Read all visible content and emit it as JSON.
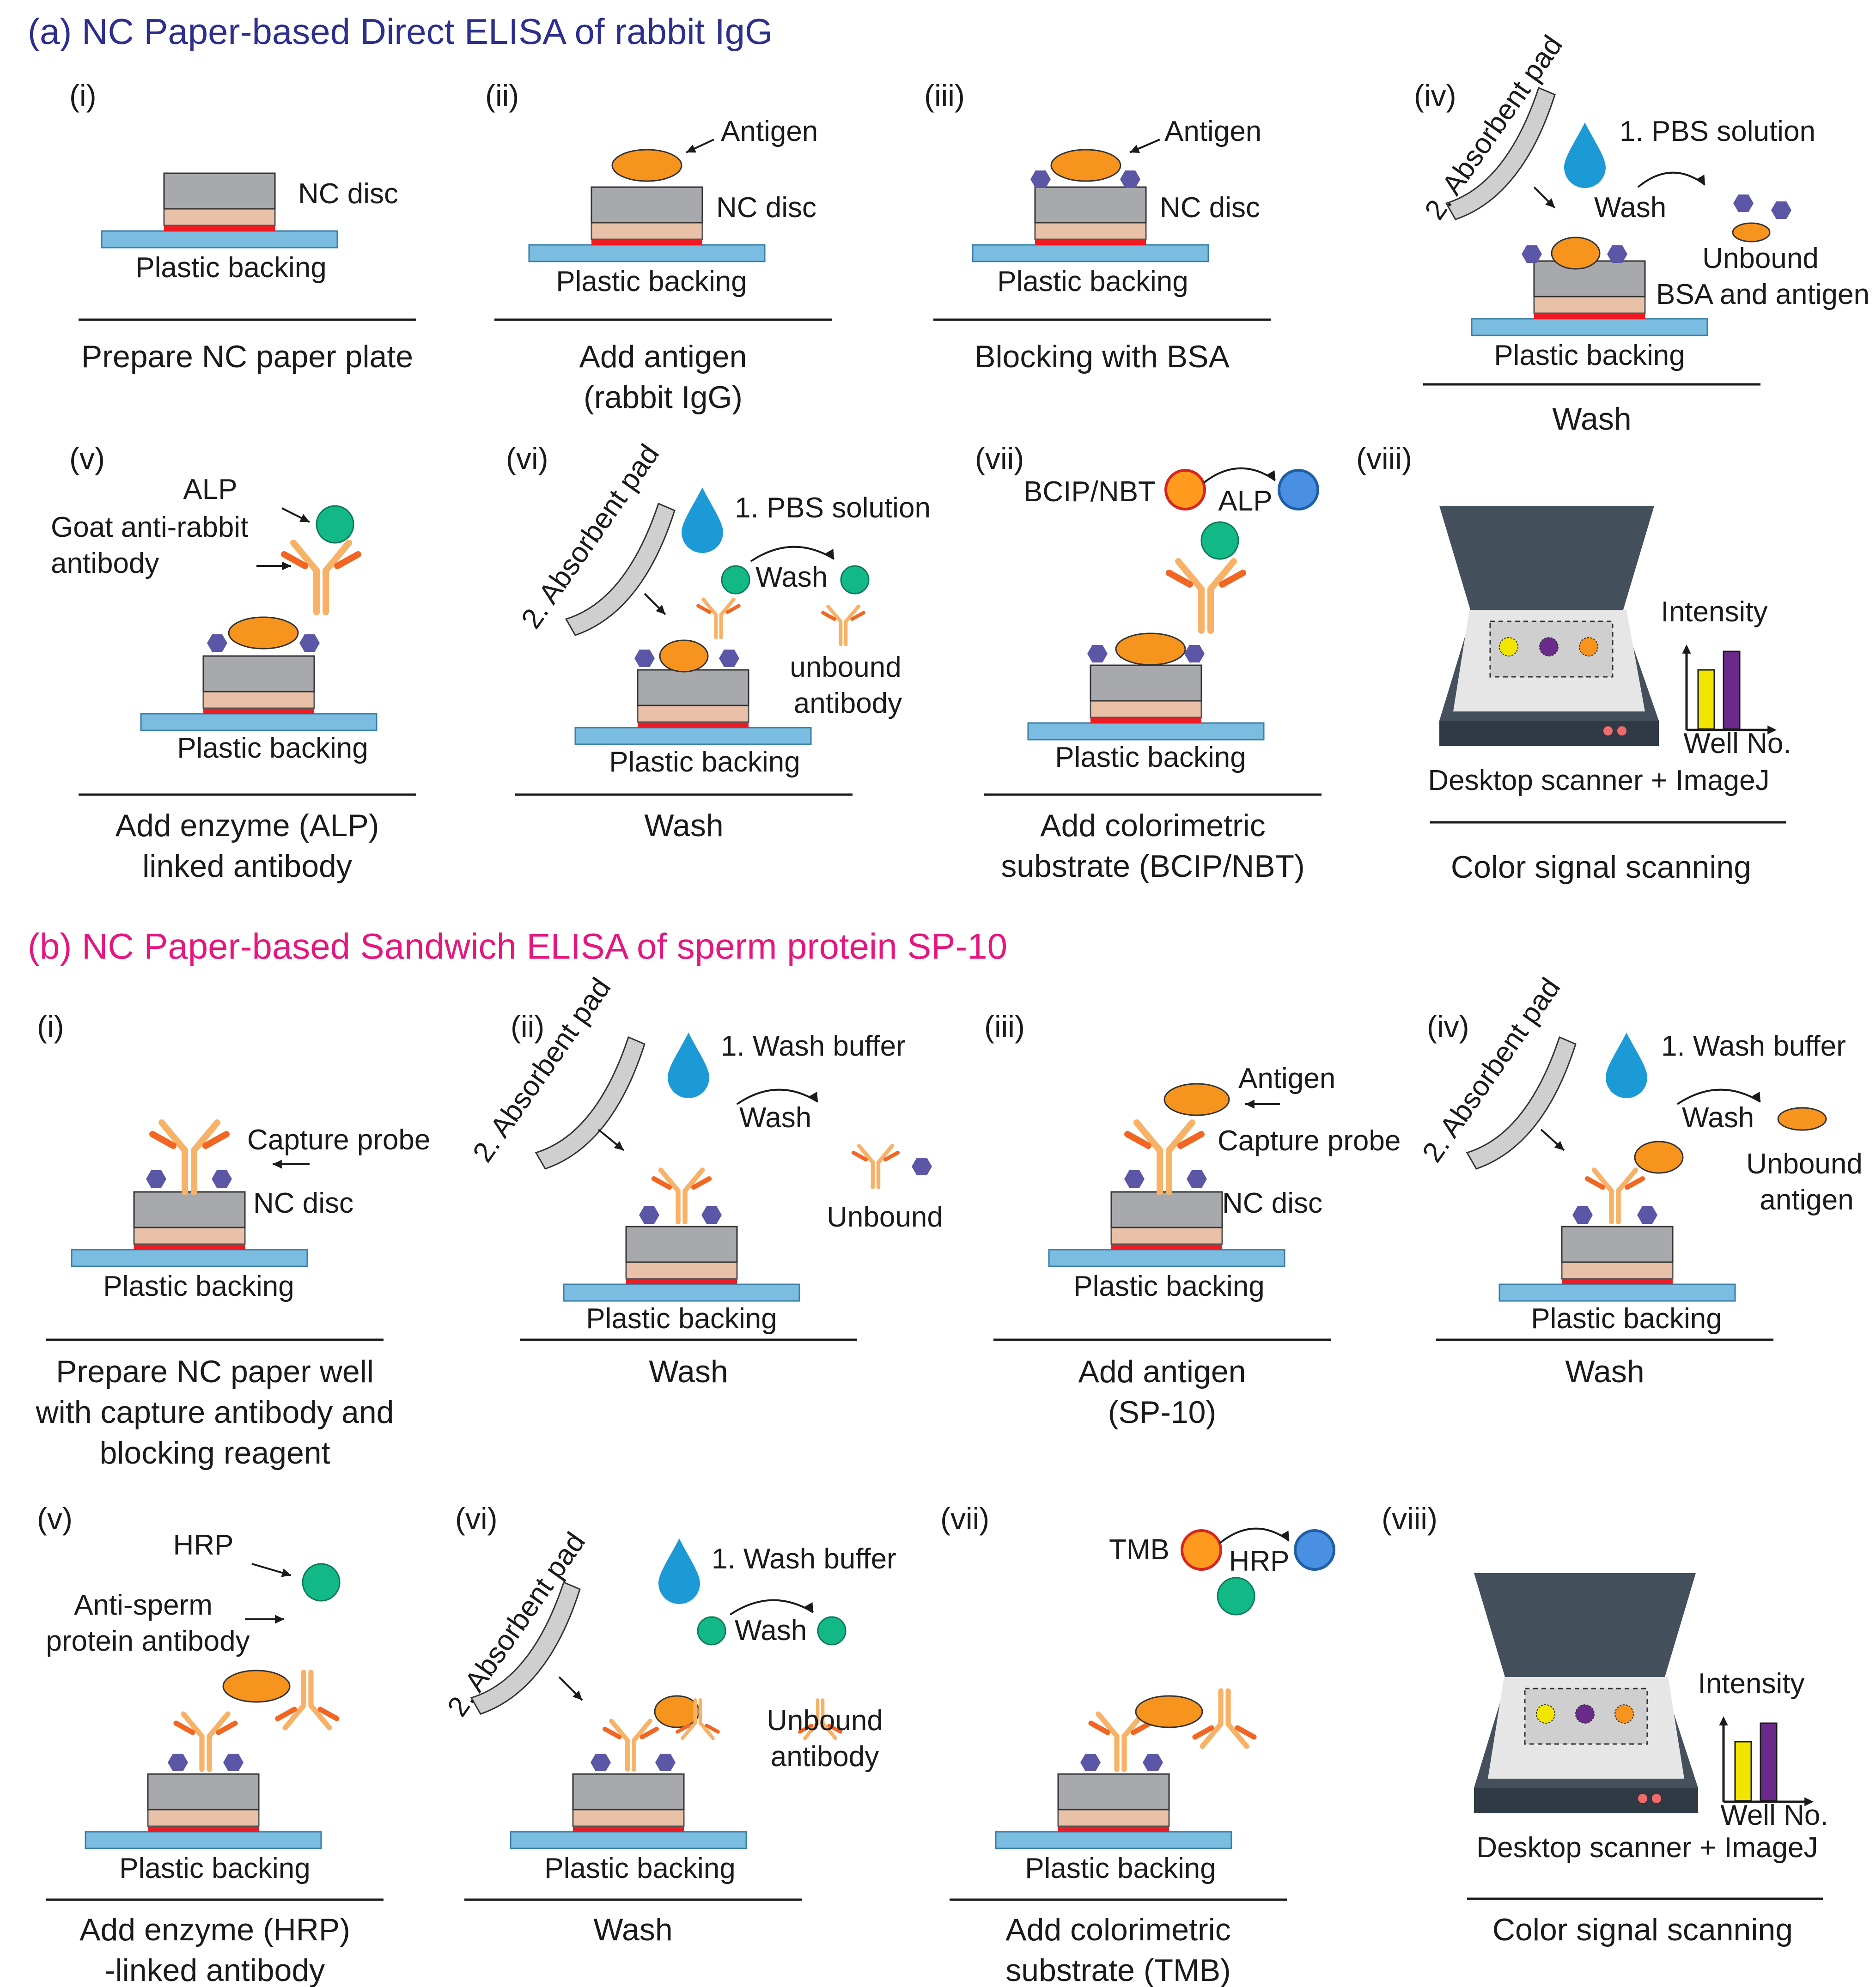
{
  "colors": {
    "section_a": "#2d2f8f",
    "section_b": "#e5177f",
    "backing": "#7bbde0",
    "nc_disc": "#a7a9ac",
    "pad_layer": "#e8c1a8",
    "red_strip": "#ed1c24",
    "antigen": "#f7941d",
    "bsa": "#5b57a6",
    "antibody": "#f7b267",
    "antibody_tip": "#f26522",
    "enzyme": "#12b886",
    "drop": "#1b9ad6",
    "scanner": "#44505c"
  },
  "section_a": {
    "title": "(a) NC Paper-based Direct ELISA of rabbit IgG",
    "panels": [
      {
        "num": "(i)",
        "caption": [
          "Prepare NC paper plate"
        ]
      },
      {
        "num": "(ii)",
        "caption": [
          "Add antigen",
          "(rabbit IgG)"
        ]
      },
      {
        "num": "(iii)",
        "caption": [
          "Blocking with BSA"
        ]
      },
      {
        "num": "(iv)",
        "caption": [
          "Wash"
        ]
      },
      {
        "num": "(v)",
        "caption": [
          "Add enzyme (ALP)",
          "linked antibody"
        ]
      },
      {
        "num": "(vi)",
        "caption": [
          "Wash"
        ]
      },
      {
        "num": "(vii)",
        "caption": [
          "Add colorimetric",
          "substrate (BCIP/NBT)"
        ]
      },
      {
        "num": "(viii)",
        "caption": [
          "Color signal scanning"
        ]
      }
    ]
  },
  "section_b": {
    "title": "(b) NC Paper-based Sandwich ELISA of sperm protein SP-10",
    "panels": [
      {
        "num": "(i)",
        "caption": [
          "Prepare NC paper well",
          "with capture antibody and",
          "blocking reagent"
        ]
      },
      {
        "num": "(ii)",
        "caption": [
          "Wash"
        ]
      },
      {
        "num": "(iii)",
        "caption": [
          "Add antigen",
          "(SP-10)"
        ]
      },
      {
        "num": "(iv)",
        "caption": [
          "Wash"
        ]
      },
      {
        "num": "(v)",
        "caption": [
          "Add enzyme (HRP)",
          "-linked antibody"
        ]
      },
      {
        "num": "(vi)",
        "caption": [
          "Wash"
        ]
      },
      {
        "num": "(vii)",
        "caption": [
          "Add colorimetric",
          "substrate (TMB)"
        ]
      },
      {
        "num": "(viii)",
        "caption": [
          "Color signal scanning"
        ]
      }
    ]
  },
  "labels": {
    "plastic_backing": "Plastic backing",
    "nc_disc": "NC disc",
    "antigen": "Antigen",
    "absorbent_pad": "2. Absorbent pad",
    "wash": "Wash",
    "pbs_solution": "1. PBS solution",
    "wash_buffer": "1. Wash buffer",
    "unbound": "Unbound",
    "unbound_bsa_antigen": [
      "Unbound",
      "BSA and antigen"
    ],
    "unbound_antibody_a": [
      "unbound",
      "antibody"
    ],
    "unbound_antibody_b": [
      "Unbound",
      "antibody"
    ],
    "unbound_antigen": [
      "Unbound",
      "antigen"
    ],
    "capture_probe": "Capture probe",
    "alp": "ALP",
    "goat_antibody": [
      "Goat anti-rabbit",
      "antibody"
    ],
    "hrp": "HRP",
    "anti_sperm_antibody": [
      "Anti-sperm",
      "protein antibody"
    ],
    "bcip_nbt": "BCIP/NBT",
    "tmb": "TMB",
    "intensity": "Intensity",
    "well_no": "Well No.",
    "scanner": "Desktop scanner + ImageJ"
  }
}
